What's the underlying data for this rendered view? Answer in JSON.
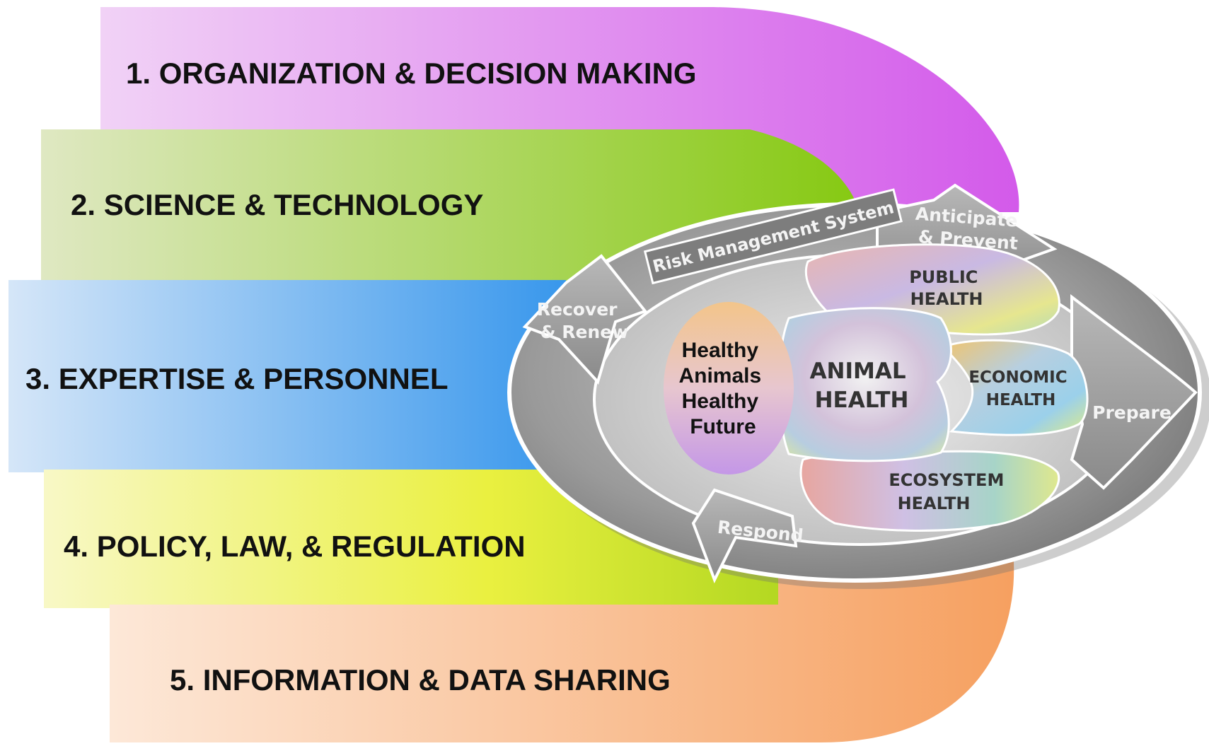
{
  "bands": [
    {
      "label": "1. ORGANIZATION & DECISION MAKING"
    },
    {
      "label": "2. SCIENCE & TECHNOLOGY"
    },
    {
      "label": "3. EXPERTISE & PERSONNEL"
    },
    {
      "label": "4. POLICY, LAW, & REGULATION"
    },
    {
      "label": "5. INFORMATION & DATA SHARING"
    }
  ],
  "ring": {
    "system": "Risk Management System",
    "anticipate": [
      "Anticipate",
      "& Prevent"
    ],
    "prepare": "Prepare",
    "respond": "Respond",
    "recover": [
      "Recover",
      "& Renew"
    ]
  },
  "domains": {
    "public": [
      "PUBLIC",
      "HEALTH"
    ],
    "economic": [
      "ECONOMIC",
      "HEALTH"
    ],
    "ecosystem": [
      "ECOSYSTEM",
      "HEALTH"
    ],
    "animal": [
      "ANIMAL",
      "HEALTH"
    ]
  },
  "center": [
    "Healthy",
    "Animals",
    "Healthy",
    "Future"
  ],
  "colors": {
    "organization": "#d25bea",
    "science": "#8fcc18",
    "expertise": "#3d9cec",
    "policy": "#c6de18",
    "information": "#f6a060",
    "ring": "#8e8e8e"
  }
}
